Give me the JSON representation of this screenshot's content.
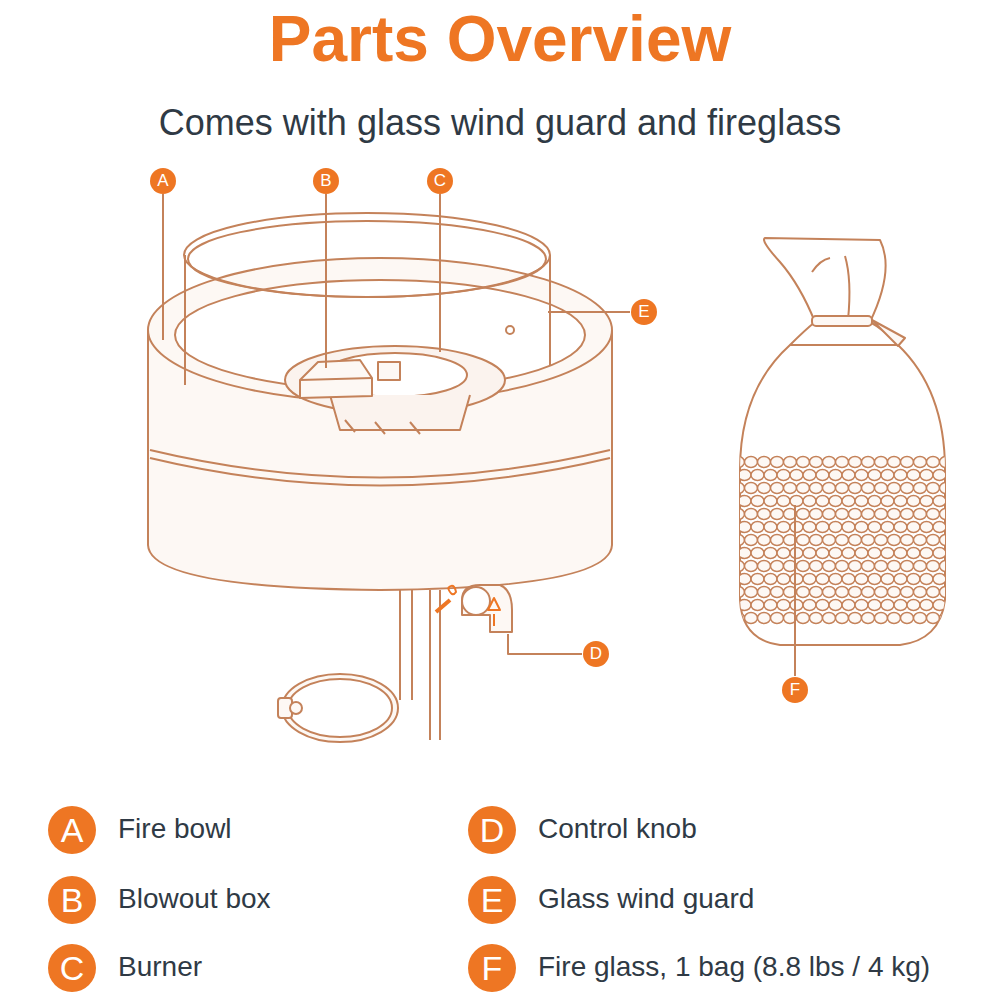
{
  "diagram": {
    "title": "Parts Overview",
    "labels": [
      "Comes with glass wind guard and fireglass",
      "A",
      "B",
      "C",
      "E",
      "D",
      "F",
      "A",
      "B",
      "C",
      "D",
      "E",
      "F"
    ],
    "legend": [
      {
        "text": "Fire bowl",
        "color": "#ee7623"
      },
      {
        "text": "Blowout box",
        "color": "#ee7623"
      },
      {
        "text": "Burner",
        "color": "#ee7623"
      },
      {
        "text": "Control knob",
        "color": "#ee7623"
      },
      {
        "text": "Glass wind guard",
        "color": "#ee7623"
      },
      {
        "text": "Fire glass, 1 bag (8.8 lbs / 4 kg)",
        "color": "#ee7623"
      }
    ]
  }
}
